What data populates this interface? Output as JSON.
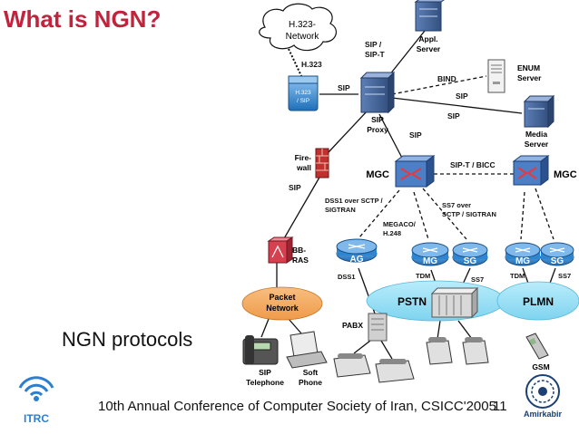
{
  "slide": {
    "title": "What is NGN?",
    "subtitle": "NGN protocols",
    "footer": "10th Annual Conference of Computer Society of Iran, CSICC'2005",
    "page_number": "11",
    "logo_left": "ITRC",
    "logo_right": "Amirkabir"
  },
  "nodes": {
    "h323_network": [
      "H.323-",
      "Network"
    ],
    "h323_sip": [
      "H.323",
      "/ SIP"
    ],
    "appl_server": [
      "Appl.",
      "Server"
    ],
    "sip_proxy": [
      "SIP",
      "Proxy"
    ],
    "enum_server": [
      "ENUM",
      "Server"
    ],
    "media_server": [
      "Media",
      "Server"
    ],
    "firewall": [
      "Fire-",
      "wall"
    ],
    "mgc_left": "MGC",
    "mgc_right": "MGC",
    "bbras": [
      "BB-",
      "RAS"
    ],
    "ag": "AG",
    "mg_center": "MG",
    "sg_center": "SG",
    "mg_right": "MG",
    "sg_right": "SG",
    "packet_network": [
      "Packet",
      "Network"
    ],
    "pstn": "PSTN",
    "plmn": "PLMN",
    "pabx": "PABX",
    "gsm": "GSM",
    "sip_telephone": [
      "SIP",
      "Telephone"
    ],
    "soft_phone": [
      "Soft",
      "Phone"
    ]
  },
  "links": {
    "h323": "H.323",
    "sip_sipt": [
      "SIP /",
      "SIP-T"
    ],
    "bind": "BIND",
    "sip_to_proxy": "SIP",
    "sip_enum": "SIP",
    "sip_media": "SIP",
    "sip_mgc": "SIP",
    "sip_firewall": "SIP",
    "sipt_bicc": "SIP-T / BICC",
    "dss1_sigtran": [
      "DSS1 over SCTP /",
      "SIGTRAN"
    ],
    "ss7_sigtran": [
      "SS7 over",
      "SCTP / SIGTRAN"
    ],
    "megaco": [
      "MEGACO/",
      "H.248"
    ],
    "dss1": "DSS1",
    "tdm_center": "TDM",
    "ss7_center": "SS7",
    "tdm_right": "TDM",
    "ss7_right": "SS7"
  },
  "colors": {
    "title": "#c0243c",
    "router_blue": "#2e86d0",
    "packet_network": "#f4a460",
    "pstn": "#99e0f5",
    "plmn": "#99e0f5",
    "proxy_blue": "#5a83c4",
    "switch_red": "#d04050"
  }
}
